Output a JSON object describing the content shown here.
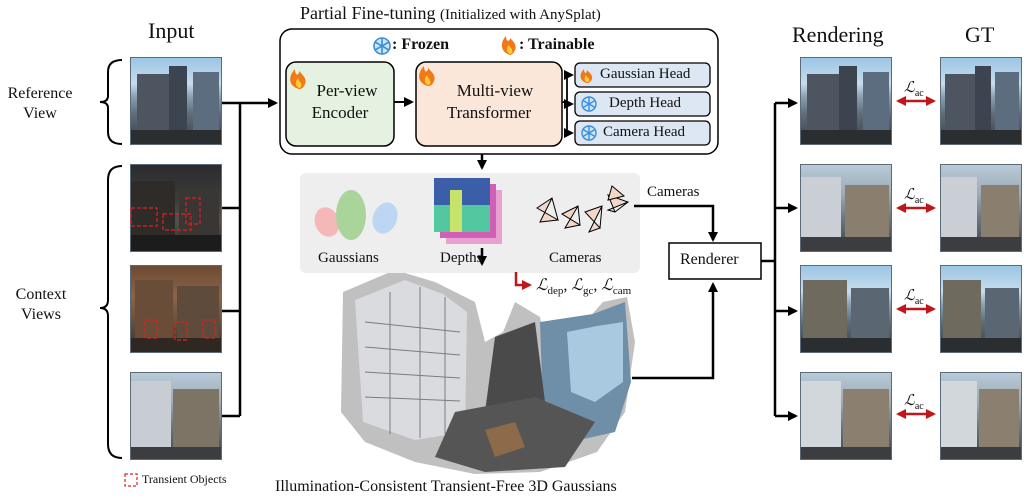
{
  "title": {
    "main": "Partial Fine-tuning",
    "sub": "(Initialized with AnySplat)"
  },
  "legend": {
    "frozen": ": Frozen",
    "trainable": ": Trainable"
  },
  "columns": {
    "input": "Input",
    "rendering": "Rendering",
    "gt": "GT"
  },
  "side_labels": {
    "reference_line1": "Reference",
    "reference_line2": "View",
    "context_line1": "Context",
    "context_line2": "Views"
  },
  "modules": {
    "encoder_line1": "Per-view",
    "encoder_line2": "Encoder",
    "transformer_line1": "Multi-view",
    "transformer_line2": "Transformer",
    "gaussian_head": "Gaussian Head",
    "depth_head": "Depth Head",
    "camera_head": "Camera Head"
  },
  "outputs": {
    "gaussians": "Gaussians",
    "depths": "Depths",
    "cameras": "Cameras",
    "cameras_arrow": "Cameras"
  },
  "renderer": "Renderer",
  "losses": {
    "l": "ℒ",
    "dep": "dep",
    "gc": "gc",
    "cam": "cam",
    "ac": "ac"
  },
  "transient_label": "Transient Objects",
  "caption": "Illumination-Consistent Transient-Free 3D Gaussians",
  "colors": {
    "encoder_fill": "#e6f2e1",
    "transformer_fill": "#fbe7da",
    "head_fill": "#dde7f3",
    "loss_red": "#c0161b",
    "outputs_panel": "#eeeeee",
    "frame": "#000000"
  }
}
